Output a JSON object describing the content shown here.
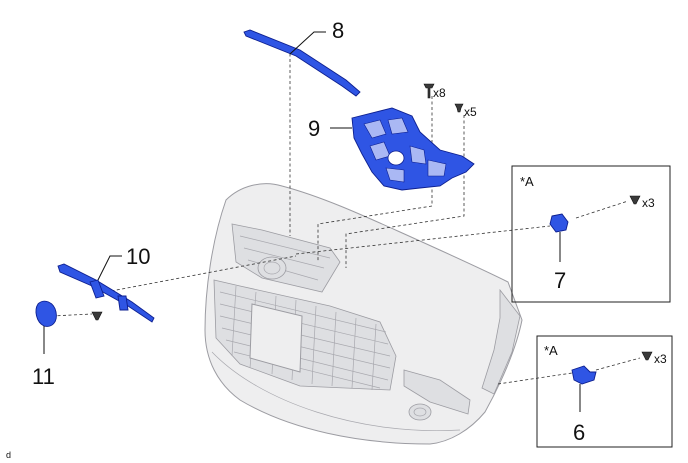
{
  "callouts": {
    "c8": "8",
    "c9": "9",
    "c10": "10",
    "c11": "11",
    "c7": "7",
    "c6": "6"
  },
  "quantities": {
    "q8": "x8",
    "q5": "x5",
    "q3a": "x3",
    "q3b": "x3"
  },
  "detail_labels": {
    "top": "*A",
    "bottom": "*A"
  },
  "footnote": "d",
  "colors": {
    "part_fill": "#2f55e4",
    "part_stroke": "#0d1f8f",
    "bumper_fill": "#eeeeef"
  }
}
